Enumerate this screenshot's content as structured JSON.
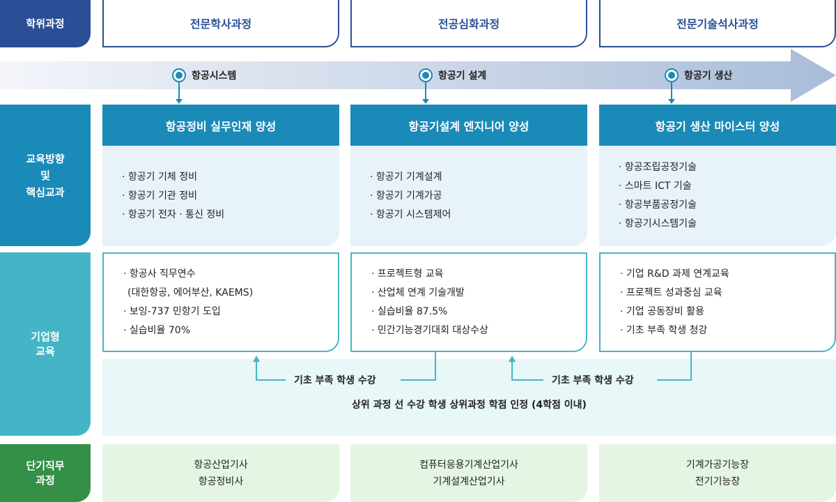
{
  "rows": {
    "degree": "학위과정",
    "direction": "교육방향\n및\n핵심교과",
    "corporate": "기업형\n교육",
    "short": "단기직무\n과정"
  },
  "degrees": [
    "전문학사과정",
    "전공심화과정",
    "전문기술석사과정"
  ],
  "stages": [
    "항공시스템",
    "항공기 설계",
    "항공기 생산"
  ],
  "directions": [
    {
      "title": "항공정비 실무인재 양성",
      "items": [
        "항공기 기체 정비",
        "항공기 기관 정비",
        "항공기 전자 · 통신 정비"
      ]
    },
    {
      "title": "항공기설계 엔지니어 양성",
      "items": [
        "항공기 기계설계",
        "항공기 기계가공",
        "항공기 시스템제어"
      ]
    },
    {
      "title": "항공기 생산 마이스터 양성",
      "items": [
        "항공조립공정기술",
        "스마트 ICT 기술",
        "항공부품공정기술",
        "항공기시스템기술"
      ]
    }
  ],
  "corporate": [
    {
      "items": [
        "항공사 직무연수",
        "보잉-737 민항기 도입",
        "실습비율 70%"
      ],
      "sub": "(대한항공, 에어부산, KAEMS)"
    },
    {
      "items": [
        "프로젝트형 교육",
        "산업체 연계 기술개발",
        "실습비율 87.5%",
        "민간기능경기대회 대상수상"
      ]
    },
    {
      "items": [
        "기업 R&D 과제 연계교육",
        "프로젝트 성과중심 교육",
        "기업 공동장비 활용",
        "기초 부족 학생 청강"
      ]
    }
  ],
  "flow": {
    "basic1": "기초 부족 학생 수강",
    "basic2": "기초 부족 학생 수강",
    "advance": "상위 과정 선 수강 학생 상위과정 학점 인정 (4학점 이내)"
  },
  "short": [
    [
      "항공산업기사",
      "항공정비사"
    ],
    [
      "컴퓨터응용기계산업기사",
      "기계설계산업기사"
    ],
    [
      "기계가공기능장",
      "전기기능장"
    ]
  ],
  "colors": {
    "navy": "#2a4f96",
    "teal": "#1a8ab8",
    "lightTeal": "#44b5c6",
    "green": "#348f47"
  }
}
